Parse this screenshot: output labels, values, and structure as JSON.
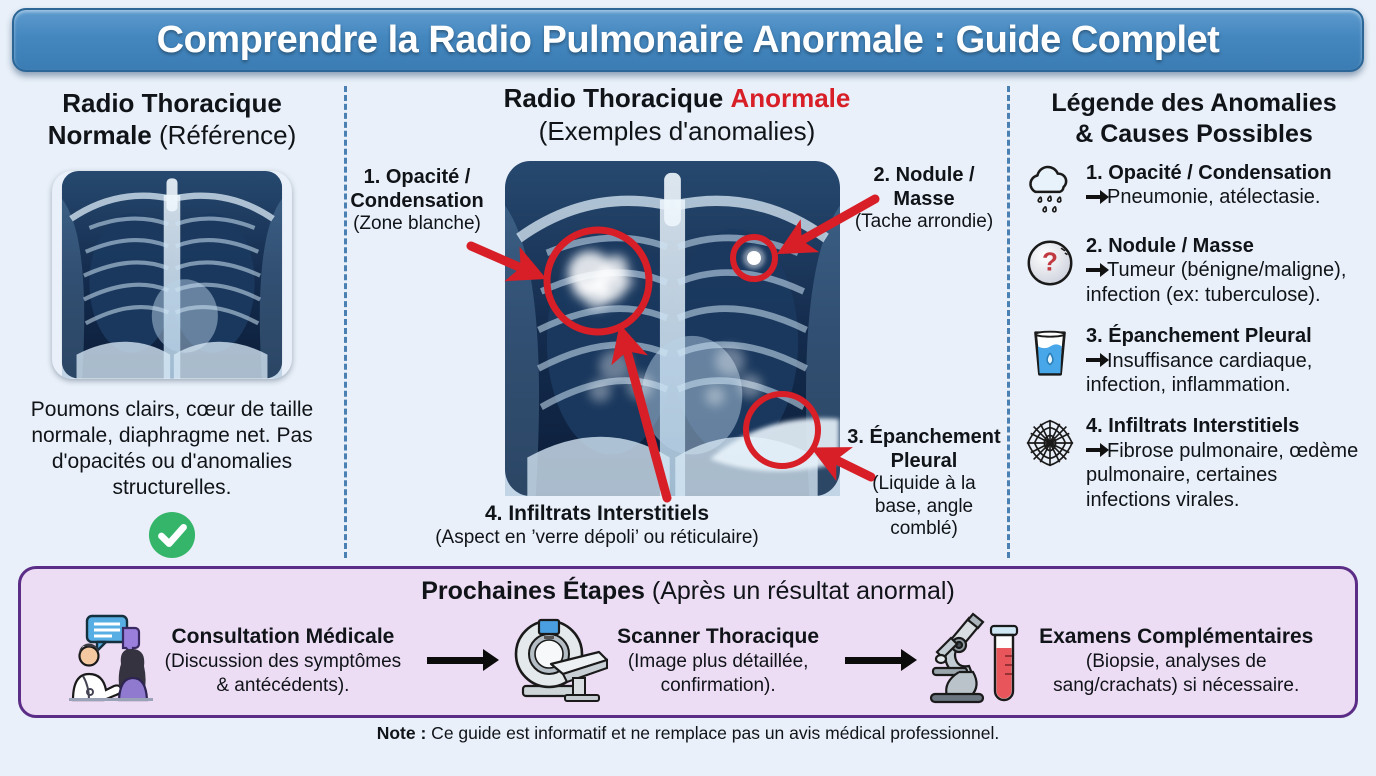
{
  "header": {
    "title": "Comprendre la Radio Pulmonaire Anormale : Guide Complet"
  },
  "left_panel": {
    "title_line1": "Radio Thoracique",
    "title_line2_bold": "Normale",
    "title_line2_normal": "(Référence)",
    "description": "Poumons clairs, cœur de taille normale, diaphragme net. Pas d'opacités ou d'anomalies structurelles.",
    "status_icon": "check"
  },
  "middle_panel": {
    "title_black": "Radio Thoracique",
    "title_red": "Anormale",
    "subtitle": "(Exemples d'anomalies)",
    "annotations": {
      "a1": {
        "title": "1. Opacité /\nCondensation",
        "sub": "(Zone blanche)"
      },
      "a2": {
        "title": "2. Nodule /\nMasse",
        "sub": "(Tache arrondie)"
      },
      "a3": {
        "title": "3. Épanchement\nPleural",
        "sub": "(Liquide à la\nbase, angle\ncomblé)"
      },
      "a4": {
        "title": "4. Infiltrats Interstitiels",
        "sub": "(Aspect en ’verre dépoli’ ou réticulaire)"
      }
    }
  },
  "legend_panel": {
    "title": "Légende des Anomalies\n& Causes Possibles",
    "items": [
      {
        "icon": "rain-cloud-icon",
        "title": "1. Opacité / Condensation",
        "desc": "Pneumonie, atélectasie."
      },
      {
        "icon": "question-ball-icon",
        "title": "2. Nodule / Masse",
        "desc": "Tumeur (bénigne/maligne), infection (ex: tuberculose)."
      },
      {
        "icon": "water-glass-icon",
        "title": "3. Épanchement Pleural",
        "desc": "Insuffisance cardiaque, infection, inflammation."
      },
      {
        "icon": "spider-web-icon",
        "title": "4. Infiltrats Interstitiels",
        "desc": "Fibrose pulmonaire, œdème pulmonaire, certaines infections virales."
      }
    ]
  },
  "next_steps": {
    "title_bold": "Prochaines Étapes",
    "title_normal": " (Après un résultat anormal)",
    "steps": [
      {
        "icon": "consultation-icon",
        "title": "Consultation Médicale",
        "desc": "(Discussion des symptômes\n& antécédents)."
      },
      {
        "icon": "ct-scanner-icon",
        "title": "Scanner Thoracique",
        "desc": "(Image plus détaillée,\nconfirmation)."
      },
      {
        "icon": "microscope-icon",
        "title": "Examens Complémentaires",
        "desc": "(Biopsie, analyses de\nsang/crachats) si nécessaire."
      }
    ]
  },
  "footer": {
    "note_label": "Note :",
    "note_text": " Ce guide est informatif et ne remplace pas un avis médical professionnel."
  },
  "colors": {
    "header_blue": "#4487bf",
    "alert_red": "#d81e26",
    "success_green": "#35b56a",
    "divider_blue": "#2f6ea6",
    "steps_border_purple": "#5c2d86",
    "steps_fill_lavender": "#ecdcf4",
    "background": "#e9f0f9"
  }
}
